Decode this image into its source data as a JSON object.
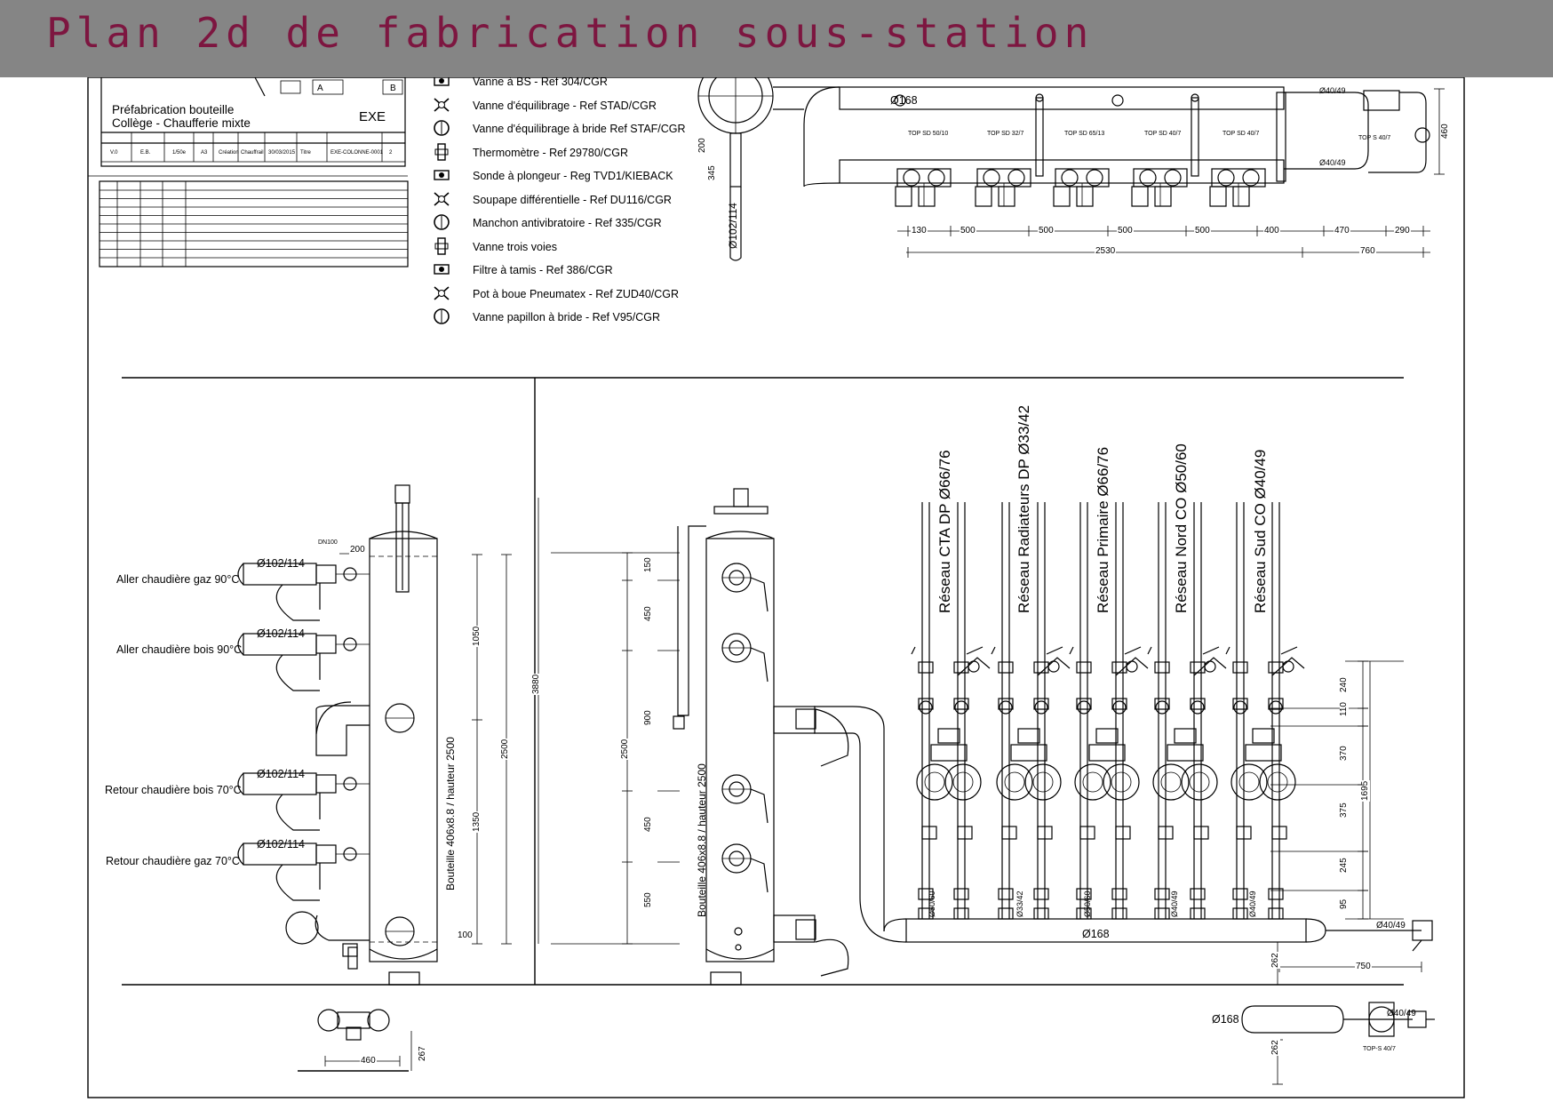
{
  "title": "Plan 2d de fabrication sous-station",
  "title_block": {
    "line1": "Préfabrication bouteille",
    "line2": "Collège - Chaufferie mixte",
    "status": "EXE",
    "marks": [
      "A",
      "B"
    ],
    "row_values": [
      "V.0",
      "E.B.",
      "1/50e",
      "A3",
      "Création",
      "Chauffrail",
      "30/03/2015",
      "Titre",
      "EXE-COLONNE-0001",
      "2"
    ]
  },
  "legend": [
    {
      "icon": "ball-valve-icon",
      "label": "Vanne à BS - Ref 304/CGR"
    },
    {
      "icon": "balancing-valve-icon",
      "label": "Vanne d'équilibrage - Ref STAD/CGR"
    },
    {
      "icon": "flanged-balancing-valve-icon",
      "label": "Vanne d'équilibrage à bride   Ref STAF/CGR"
    },
    {
      "icon": "thermometer-icon",
      "label": "Thermomètre - Ref 29780/CGR"
    },
    {
      "icon": "immersion-sensor-icon",
      "label": "Sonde à plongeur - Reg TVD1/KIEBACK"
    },
    {
      "icon": "differential-valve-icon",
      "label": "Soupape différentielle - Ref DU116/CGR"
    },
    {
      "icon": "anti-vibration-sleeve-icon",
      "label": "Manchon antivibratoire - Ref 335/CGR"
    },
    {
      "icon": "three-way-valve-icon",
      "label": "Vanne trois voies"
    },
    {
      "icon": "strainer-icon",
      "label": "Filtre à tamis - Ref 386/CGR"
    },
    {
      "icon": "dirt-pot-icon",
      "label": "Pot à boue Pneumatex - Ref ZUD40/CGR"
    },
    {
      "icon": "butterfly-valve-icon",
      "label": "Vanne papillon à bride - Ref V95/CGR"
    }
  ],
  "top_view": {
    "collector_dia": "Ø168",
    "pipe_dia": "Ø102/114",
    "end_dia_top": "Ø40/49",
    "end_dia_bottom": "Ø40/49",
    "pump_tags": [
      "TOP SD 50/10",
      "TOP SD 32/7",
      "TOP SD 65/13",
      "TOP SD 40/7",
      "TOP SD 40/7",
      "TOP S 40/7"
    ],
    "dims": [
      "130",
      "500",
      "500",
      "500",
      "500",
      "400",
      "470",
      "290"
    ],
    "total_left": "2530",
    "total_right": "760",
    "side_dims": [
      "200",
      "345"
    ],
    "right_dim": "460"
  },
  "side_view": {
    "inlets": [
      {
        "label": "Aller chaudière gaz 90°C",
        "dia": "Ø102/114"
      },
      {
        "label": "Aller chaudière bois 90°C",
        "dia": "Ø102/114"
      },
      {
        "label": "Retour chaudière bois 70°C",
        "dia": "Ø102/114"
      },
      {
        "label": "Retour chaudière gaz 70°C",
        "dia": "Ø102/114"
      }
    ],
    "top_dim": "200",
    "top_note": "DN100",
    "bottle_label": "Bouteille 406x8.8 / hauteur 2500",
    "dims_inner": [
      "1050",
      "1350"
    ],
    "dim_mid": "2500",
    "dim_total": "3880",
    "dim_bottom": "100",
    "bottom_width": "460",
    "bottom_height": "267"
  },
  "front_view": {
    "bottle_label": "Bouteille 406x8.8 / hauteur 2500",
    "dims_inner": [
      "150",
      "450",
      "900",
      "450",
      "550"
    ],
    "dim_total": "2500"
  },
  "networks": [
    {
      "label": "Réseau CTA DP Ø66/76",
      "pipe": "Ø50/60"
    },
    {
      "label": "Réseau Radiateurs DP Ø33/42",
      "pipe": "Ø33/42"
    },
    {
      "label": "Réseau Primaire Ø66/76",
      "pipe": "Ø50/60"
    },
    {
      "label": "Réseau Nord CO Ø50/60",
      "pipe": "Ø40/49"
    },
    {
      "label": "Réseau Sud CO Ø40/49",
      "pipe": "Ø40/49"
    }
  ],
  "bottom_view": {
    "collector_dia": "Ø168",
    "return_dia": "Ø40/49",
    "right_dims": [
      "240",
      "110",
      "370",
      "375",
      "245",
      "95"
    ],
    "right_total": "1695",
    "dim_262": "262",
    "dim_750": "750"
  },
  "detail_view": {
    "collector_dia": "Ø168",
    "return_dia": "Ø40/49",
    "dim_262": "262",
    "pump_tag": "TOP-S 40/7"
  }
}
